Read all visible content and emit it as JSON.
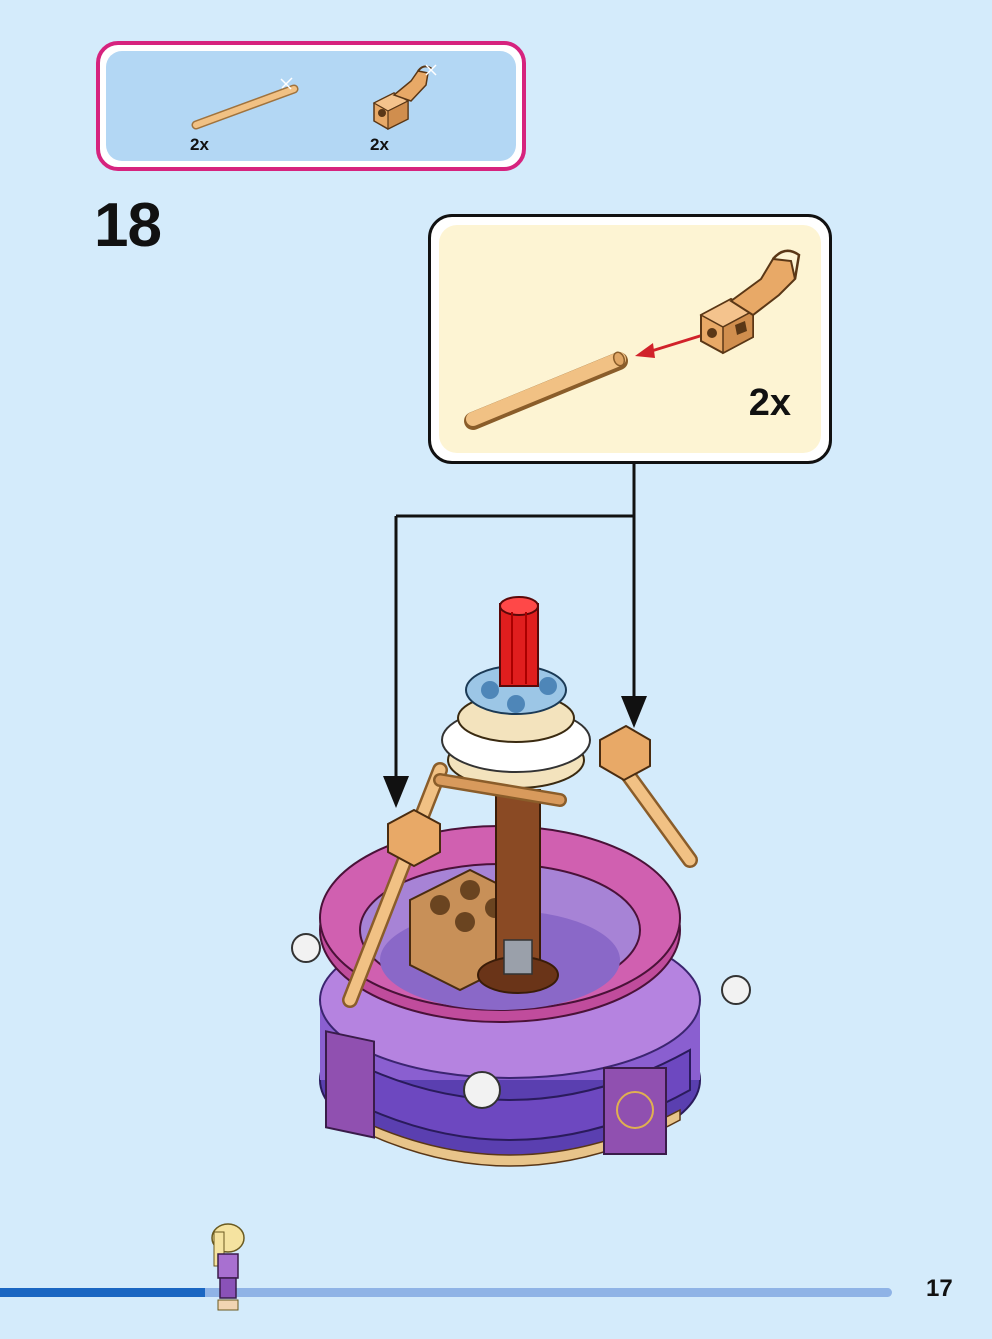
{
  "parts_list": {
    "items": [
      {
        "icon": "tan-bar-icon",
        "count": "2x"
      },
      {
        "icon": "tan-clip-bracket-icon",
        "count": "2x"
      }
    ]
  },
  "step": {
    "number": "18"
  },
  "callout": {
    "count": "2x"
  },
  "arrow_color": "#d1222a",
  "progress": {
    "fraction": 0.23,
    "track_color": "#8fb3e6",
    "fill_color": "#1a66c2"
  },
  "page": {
    "number": "17"
  }
}
